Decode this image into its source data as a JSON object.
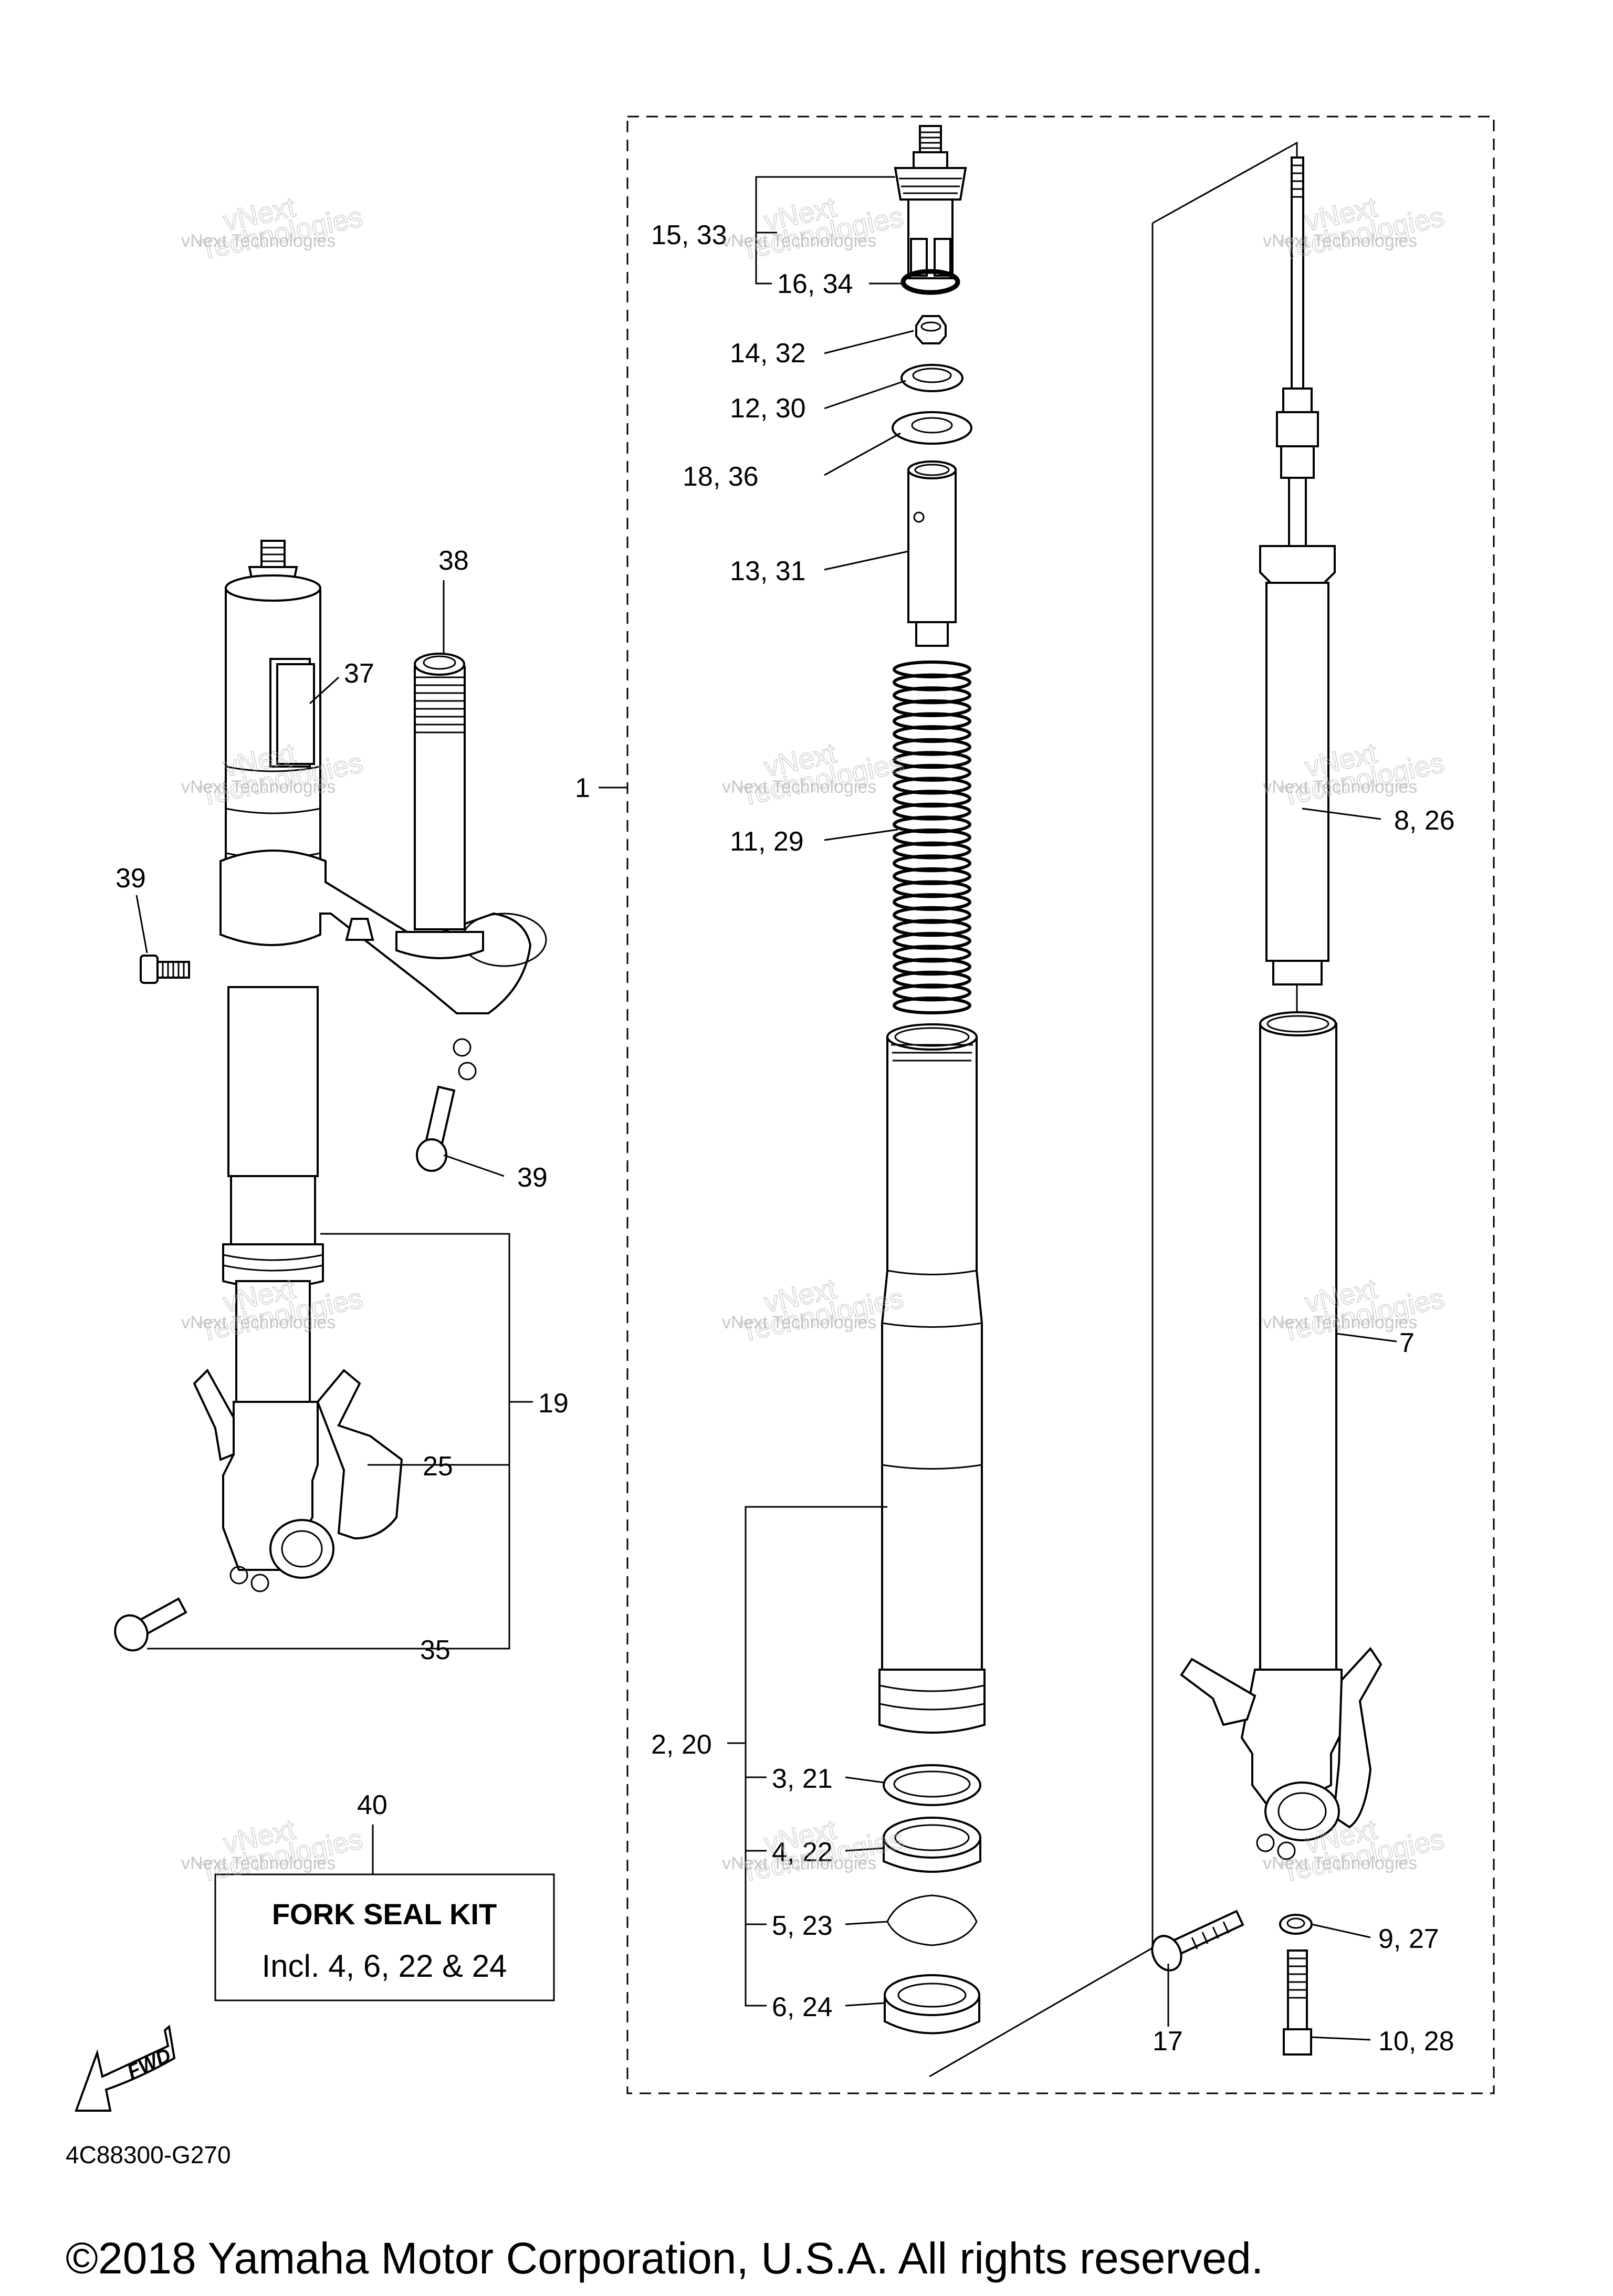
{
  "callouts": {
    "c15_33": "15, 33",
    "c16_34": "16, 34",
    "c14_32": "14, 32",
    "c12_30": "12, 30",
    "c18_36": "18, 36",
    "c13_31": "13, 31",
    "c11_29": "11, 29",
    "c1": "1",
    "c8_26": "8, 26",
    "c7": "7",
    "c2_20": "2, 20",
    "c3_21": "3, 21",
    "c4_22": "4, 22",
    "c5_23": "5, 23",
    "c6_24": "6, 24",
    "c17": "17",
    "c9_27": "9, 27",
    "c10_28": "10, 28",
    "c38": "38",
    "c37": "37",
    "c39a": "39",
    "c39b": "39",
    "c19": "19",
    "c25": "25",
    "c35": "35",
    "c40": "40"
  },
  "kit": {
    "title": "FORK SEAL KIT",
    "includes": "Incl. 4, 6, 22 & 24"
  },
  "fwd_label": "FWD",
  "diagram_code": "4C88300-G270",
  "copyright": "©2018 Yamaha Motor Corporation, U.S.A. All rights reserved.",
  "watermark": {
    "line1": "vNext Technologies",
    "line2": "vNext",
    "line3": "Technologies"
  }
}
